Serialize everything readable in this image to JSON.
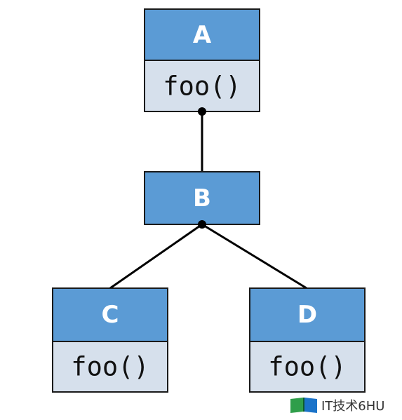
{
  "colors": {
    "header_fill": "#5b9bd5",
    "body_fill": "#d6e0ec",
    "border": "#1a1a1a",
    "line": "#000000"
  },
  "nodes": {
    "a": {
      "name": "A",
      "method": "foo()"
    },
    "b": {
      "name": "B"
    },
    "c": {
      "name": "C",
      "method": "foo()"
    },
    "d": {
      "name": "D",
      "method": "foo()"
    }
  },
  "watermark": {
    "text": "IT技术6HU",
    "icon": "open-book-logo-icon"
  }
}
